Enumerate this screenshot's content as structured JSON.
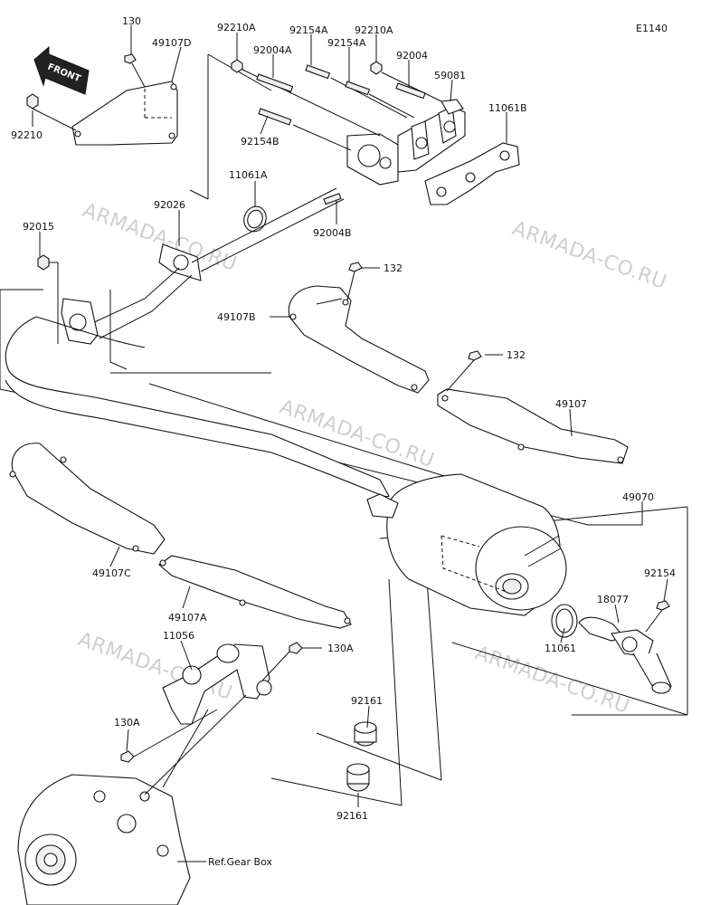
{
  "diagram_code": "E1140",
  "front_label": "FRONT",
  "watermark": "ARMADA-CO.RU",
  "reference": "Ref.Gear Box",
  "labels": {
    "p130": "130",
    "p49107D": "49107D",
    "p92210": "92210",
    "p92210A_1": "92210A",
    "p92004A": "92004A",
    "p92154A_1": "92154A",
    "p92154A_2": "92154A",
    "p92210A_2": "92210A",
    "p92004": "92004",
    "p59081": "59081",
    "p11061B": "11061B",
    "p92154B": "92154B",
    "p11061A": "11061A",
    "p92026": "92026",
    "p92004B": "92004B",
    "p92015": "92015",
    "p132_1": "132",
    "p49107B": "49107B",
    "p132_2": "132",
    "p49107": "49107",
    "p49070": "49070",
    "p49107C": "49107C",
    "p92154": "92154",
    "p18077": "18077",
    "p11061": "11061",
    "p49107A": "49107A",
    "p11056": "11056",
    "p130A_1": "130A",
    "p130A_2": "130A",
    "p92161_1": "92161",
    "p92161_2": "92161"
  }
}
